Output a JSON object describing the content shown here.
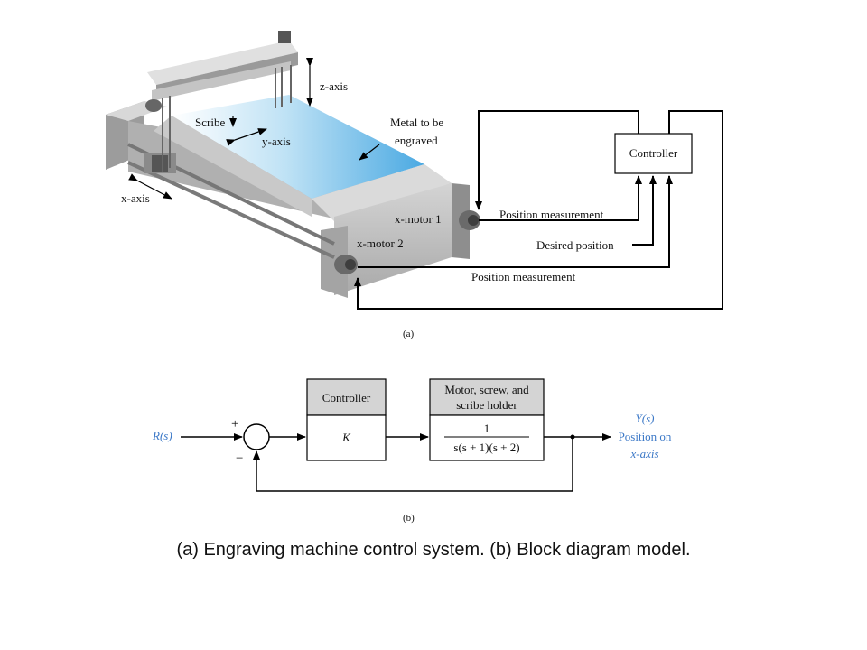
{
  "part_a": {
    "z_axis": "z-axis",
    "scribe": "Scribe",
    "y_axis": "y-axis",
    "metal_line1": "Metal to be",
    "metal_line2": "engraved",
    "x_axis": "x-axis",
    "x_motor1": "x-motor 1",
    "x_motor2": "x-motor 2",
    "controller": "Controller",
    "position_measurement_1": "Position measurement",
    "desired_position": "Desired position",
    "position_measurement_2": "Position measurement",
    "sub_label": "(a)"
  },
  "part_b": {
    "input": "R(s)",
    "plus": "+",
    "minus": "−",
    "controller_title": "Controller",
    "controller_gain": "K",
    "plant_title_line1": "Motor, screw, and",
    "plant_title_line2": "scribe holder",
    "plant_numerator": "1",
    "plant_denominator": "s(s + 1)(s + 2)",
    "output": "Y(s)",
    "output_line2": "Position on",
    "output_line3": "x-axis",
    "sub_label": "(b)"
  },
  "caption": "(a) Engraving machine control system. (b) Block diagram model.",
  "colors": {
    "accent_blue": "#3b78c7",
    "metal_blue": "#5ab3e6",
    "machine_gray": "#bcbcbc"
  }
}
